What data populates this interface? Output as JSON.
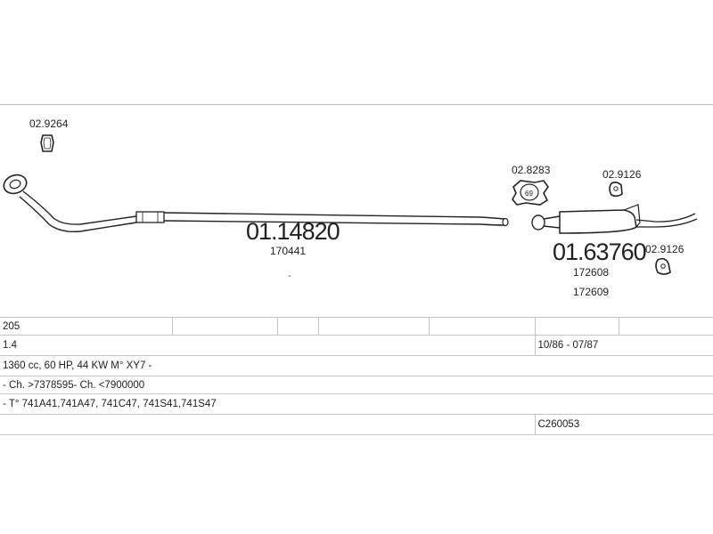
{
  "diagram": {
    "parts": {
      "front_pipe_clamp": "02.9264",
      "front_pipe": "01.14820",
      "front_pipe_ref": "170441",
      "hanger_center": "02.8283",
      "hanger_center_badge": "69",
      "rubber_mount_top": "02.9126",
      "rear_silencer": "01.63760",
      "rear_silencer_ref_1": "172608",
      "rear_silencer_ref_2": "172609",
      "rubber_mount_bottom": "02.9126"
    }
  },
  "vehicle_table": {
    "rows": [
      {
        "model": "205",
        "col2": "",
        "col3": "",
        "col4": "",
        "col5": "",
        "col6": "",
        "col7": ""
      },
      {
        "engine": "1.4",
        "period": "10/86 - 07/87"
      },
      {
        "spec": "1360 cc, 60 HP, 44 KW M° XY7 -"
      },
      {
        "chassis": "- Ch. >7378595- Ch. <7900000"
      },
      {
        "types": "- T° 741A41,741A47, 741C47, 741S41,741S47"
      },
      {
        "blank": "",
        "code": "C260053"
      }
    ]
  }
}
